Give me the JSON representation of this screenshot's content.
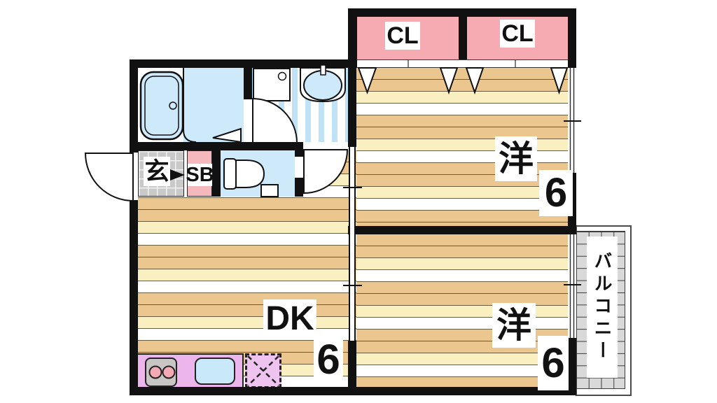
{
  "floorplan": {
    "type": "japanese-apartment-floorplan",
    "rooms": {
      "closet_left": {
        "label": "CL"
      },
      "closet_right": {
        "label": "CL"
      },
      "bedroom_upper": {
        "name": "洋",
        "size": "6"
      },
      "bedroom_lower": {
        "name": "洋",
        "size": "6"
      },
      "dining_kitchen": {
        "name": "DK",
        "size": "6"
      },
      "entrance": {
        "label": "玄"
      },
      "shoe_box": {
        "label": "SB"
      },
      "balcony": {
        "label": "バルコニー"
      }
    },
    "fixtures": [
      "bathtub-icon",
      "washing-machine-icon",
      "washbasin-icon",
      "toilet-icon",
      "stove-icon",
      "kitchen-sink-icon",
      "refrigerator-space-icon",
      "door-swing-icon",
      "sliding-door-icon",
      "closet-door-icon",
      "window-icon",
      "entrance-arrow-icon"
    ],
    "colors": {
      "wall": "#111111",
      "closet_pink": "#f5abb1",
      "shoebox_pink": "#f5b9bd",
      "water_blue": "#cde9fa",
      "stripe_blue": "#bfe2f6",
      "floor_tan": "#ebc78f",
      "floor_cream": "#f9efc0",
      "kitchen_purple": "#ecb5ec",
      "balcony_gray": "#d9d9d9",
      "tile_gray": "#c9c9c9"
    }
  }
}
